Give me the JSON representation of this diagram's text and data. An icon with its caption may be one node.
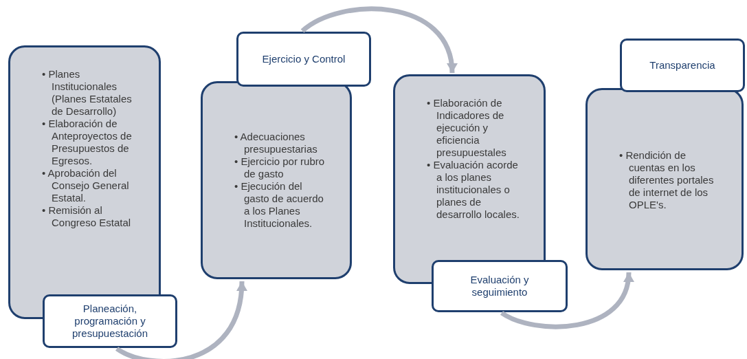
{
  "diagram": {
    "nodes": [
      {
        "text": [
          "• Planes Institucionales (Planes Estatales de Desarrollo)",
          "• Elaboración de Anteproyectos de Presupuestos de Egresos.",
          "• Aprobación del Consejo General Estatal.",
          "• Remisión al Congreso Estatal"
        ]
      },
      {
        "text": [
          "Planeación, programación y presupuestación"
        ]
      },
      {
        "text": [
          "• Adecuaciones presupuestarias",
          "• Ejercicio por rubro de gasto",
          "• Ejecución del gasto de acuerdo a los Planes Institucionales."
        ]
      },
      {
        "text": [
          "Ejercicio y Control"
        ]
      },
      {
        "text": [
          "• Elaboración de Indicadores de ejecución y eficiencia presupuestales",
          "• Evaluación acorde a los planes institucionales o planes de desarrollo locales."
        ]
      },
      {
        "text": [
          "Evaluación y seguimiento"
        ]
      },
      {
        "text": [
          "• Rendición de cuentas en los diferentes portales de internet de los OPLE's."
        ]
      },
      {
        "text": [
          "Transparencia"
        ]
      }
    ],
    "edges": [
      {
        "from": 1,
        "to": 2,
        "arrow": "to"
      },
      {
        "from": 3,
        "to": 4,
        "arrow": "to"
      },
      {
        "from": 5,
        "to": 6,
        "arrow": "to"
      }
    ]
  }
}
